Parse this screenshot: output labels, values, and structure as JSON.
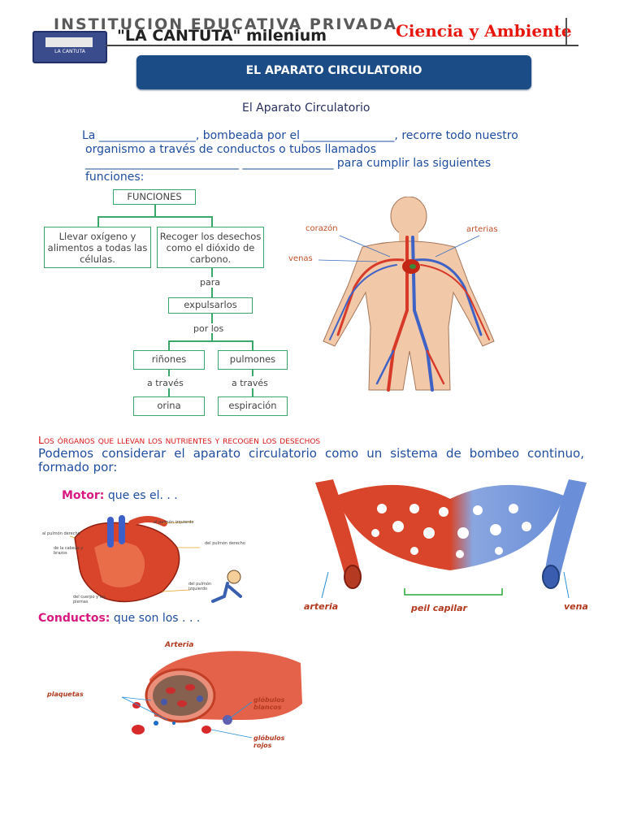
{
  "header": {
    "school_line1": "INSTITUCION EDUCATIVA PRIVADA",
    "school_line2": "\"LA CANTUTA\" milenium",
    "logo_text": "LA CANTUTA",
    "subject": "Ciencia y Ambiente"
  },
  "title": "EL APARATO CIRCULATORIO",
  "subtitle": "El Aparato Circulatorio",
  "intro": {
    "line1": "La _________________, bombeada por el ________________, recorre todo nuestro",
    "line2": "organismo a través de conductos o tubos llamados",
    "line3": "___________________________ ________________ para cumplir las siguientes",
    "line4": "funciones:"
  },
  "diagram": {
    "root": "FUNCIONES",
    "left": "Llevar oxígeno y alimentos a todas las células.",
    "right": "Recoger los desechos como el dióxido de carbono.",
    "para": "para",
    "expulsarlos": "expulsarlos",
    "por_los": "por los",
    "rinones": "riñones",
    "pulmones": "pulmones",
    "a_traves_1": "a través",
    "a_traves_2": "a través",
    "orina": "orina",
    "espiracion": "espiración"
  },
  "body_figure": {
    "corazon": "corazón",
    "arterias": "arterias",
    "venas": "venas"
  },
  "section_heading": "Los órganos que llevan los nutrientes y recogen los desechos",
  "paragraph": "Podemos considerar el aparato circulatorio como un sistema de bombeo continuo, formado por:",
  "motor": {
    "label": "Motor:",
    "text": " que es el. . ."
  },
  "heart_figure": {
    "l1": "al pulmón derecho",
    "l2": "al pulmón izquierdo",
    "l3": "de la cabeza y brazos",
    "l4": "del pulmón derecho",
    "l5": "del pulmón izquierdo",
    "l6": "del cuerpo y las piernas"
  },
  "capillary": {
    "arteria": "arteria",
    "piel_capilar": "peil capilar",
    "vena": "vena"
  },
  "conductos": {
    "label": "Conductos:",
    "text": "  que son los . . ."
  },
  "vessel": {
    "arteria": "Arteria",
    "plaquetas": "plaquetas",
    "globulos_blancos_1": "glóbulos",
    "globulos_blancos_2": "blancos",
    "globulos_rojos_1": "glóbulos",
    "globulos_rojos_2": "rojos"
  },
  "colors": {
    "title_bar": "#1b4c85",
    "subject": "#e8160c",
    "text_blue": "#1f4d9f",
    "flow_green": "#39a86a",
    "magenta": "#d8197f",
    "heading_red": "#d81818",
    "artery_red": "#d8452a",
    "vein_blue": "#6a8ed8"
  }
}
